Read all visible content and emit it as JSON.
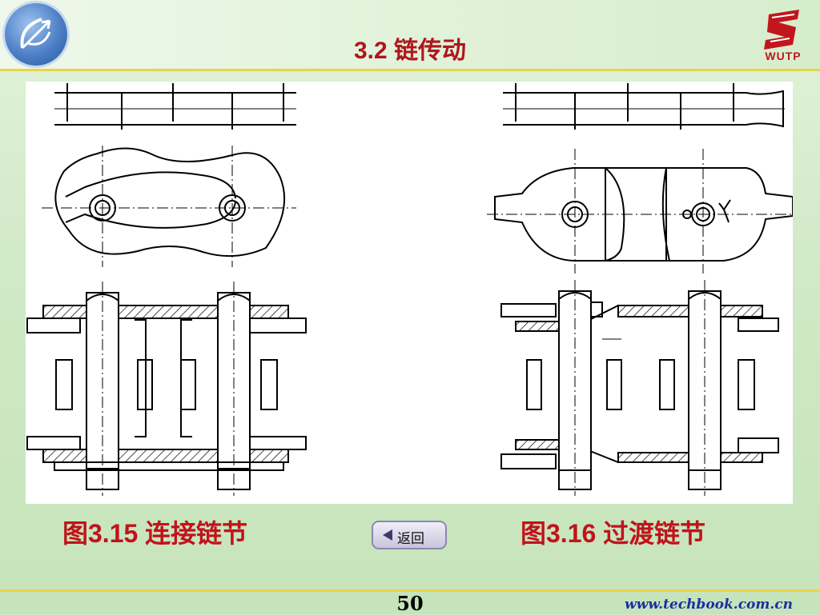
{
  "slide": {
    "title": "3.2 链传动",
    "publisher_logo_text": "WUTP",
    "page_number": "50",
    "url": "www.techbook.com.cn"
  },
  "figures": [
    {
      "caption": "图3.15 连接链节"
    },
    {
      "caption": "图3.16 过渡链节"
    }
  ],
  "nav": {
    "back_button": "返回"
  },
  "colors": {
    "title": "#b0161c",
    "accent_line": "#e8d44a",
    "url": "#1b2fa0"
  }
}
